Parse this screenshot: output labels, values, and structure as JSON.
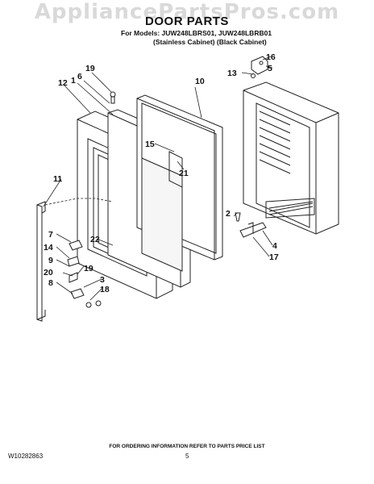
{
  "watermark": "AppliancePartsPros.com",
  "header": {
    "title": "DOOR PARTS",
    "models_line": "For Models: JUW248LBRS01, JUW248LBRB01",
    "cabinet_line": "(Stainless Cabinet) (Black Cabinet)"
  },
  "callouts": {
    "c1": "1",
    "c2": "2",
    "c3": "3",
    "c4": "4",
    "c5": "5",
    "c6": "6",
    "c7": "7",
    "c8": "8",
    "c9": "9",
    "c10": "10",
    "c11": "11",
    "c12": "12",
    "c13": "13",
    "c14": "14",
    "c15": "15",
    "c16": "16",
    "c17": "17",
    "c18": "18",
    "c19": "19",
    "c19b": "19",
    "c20": "20",
    "c21": "21",
    "c22": "22"
  },
  "footer": {
    "ordering_note": "FOR ORDERING INFORMATION REFER TO PARTS PRICE LIST",
    "doc_number": "W10282863",
    "page_number": "5"
  }
}
